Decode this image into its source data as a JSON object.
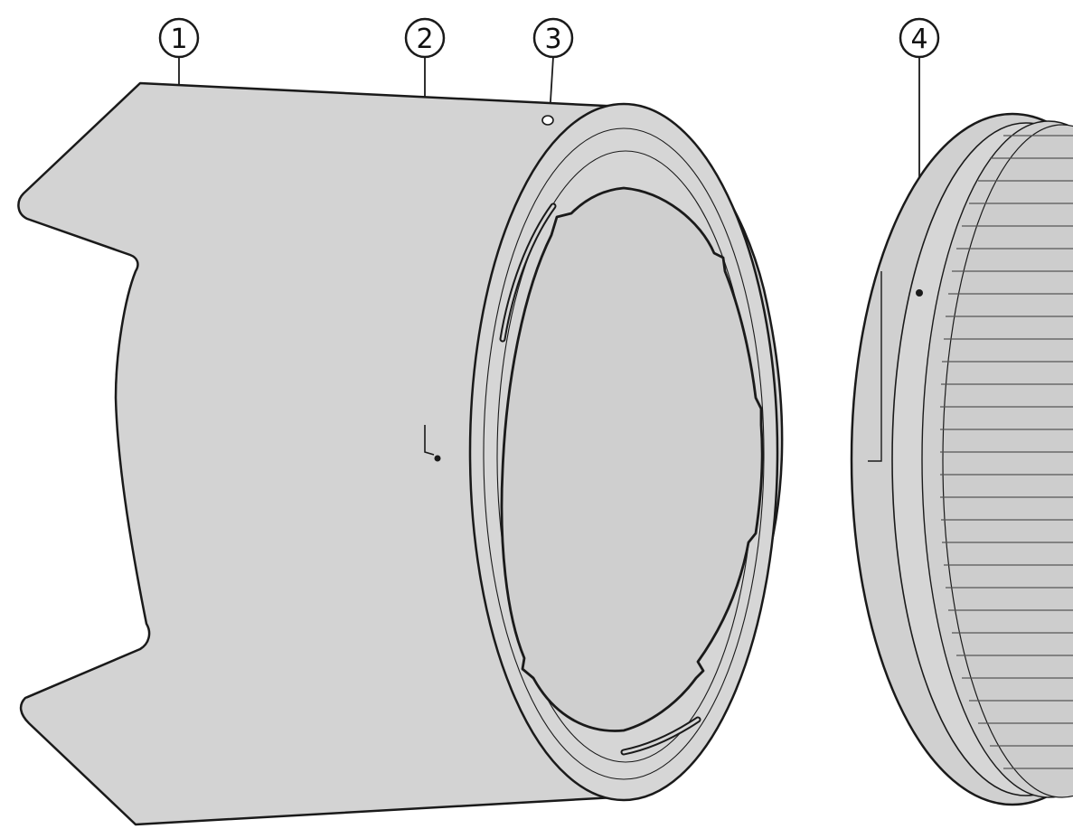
{
  "callouts": [
    {
      "id": "c1",
      "label": "1"
    },
    {
      "id": "c2",
      "label": "2"
    },
    {
      "id": "c3",
      "label": "3"
    },
    {
      "id": "c4",
      "label": "4"
    }
  ],
  "colors": {
    "hood_fill": "#d0d0d0",
    "outline": "#1a1a1a",
    "lens_fill": "#cfcfcf",
    "background": "#ffffff"
  }
}
